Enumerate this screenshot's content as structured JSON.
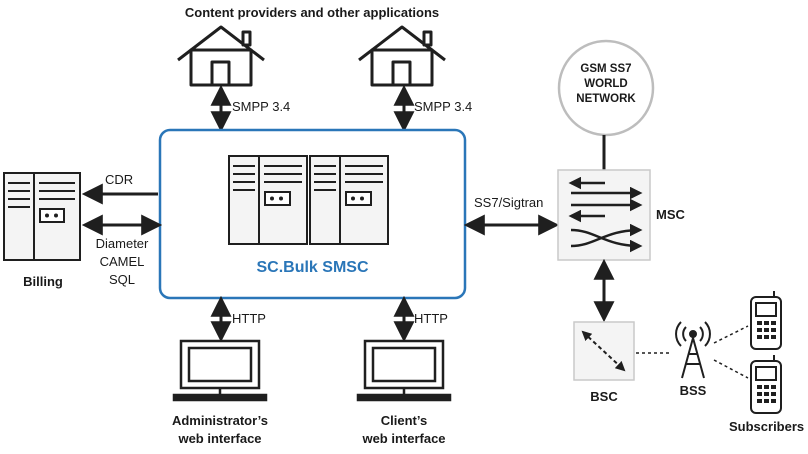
{
  "header": {
    "content_providers": "Content providers and other applications"
  },
  "smsc": {
    "title": "SC.Bulk SMSC"
  },
  "protocols": {
    "smpp_left": "SMPP 3.4",
    "smpp_right": "SMPP 3.4",
    "cdr": "CDR",
    "diameter": "Diameter",
    "camel": "CAMEL",
    "sql": "SQL",
    "http_left": "HTTP",
    "http_right": "HTTP",
    "ss7": "SS7/Sigtran"
  },
  "nodes": {
    "billing": "Billing",
    "gsm": [
      "GSM SS7",
      "WORLD",
      "NETWORK"
    ],
    "msc": "MSC",
    "bsc": "BSC",
    "bss": "BSS",
    "subscribers": "Subscribers",
    "admin_web": [
      "Administrator’s",
      "web interface"
    ],
    "client_web": [
      "Client’s",
      "web interface"
    ]
  },
  "colors": {
    "accent": "#2a76b8",
    "line": "#1f1f1f",
    "device_fill": "#f4f4f4",
    "circle_stroke": "#bdbdbd"
  },
  "icons": [
    "house-icon",
    "server-icon",
    "monitor-icon",
    "switch-icon",
    "antenna-icon",
    "mobile-phone-icon"
  ]
}
